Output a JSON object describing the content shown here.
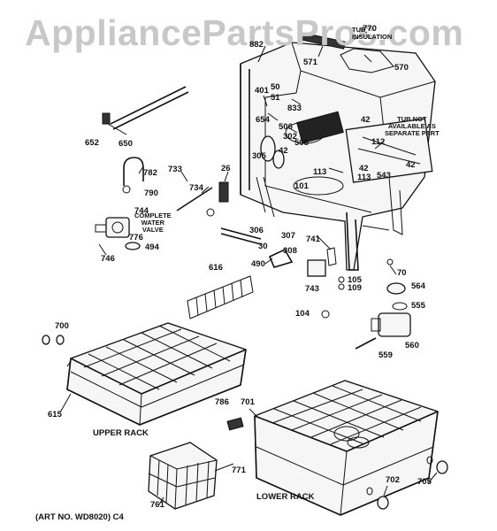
{
  "watermark": "AppliancePartsPros.com",
  "notes": {
    "tub_insulation": "TUB\nINSULATION",
    "tub_not_available": "TUB NOT\nAVAILABLE AS\nSEPARATE PART",
    "complete_water_valve": "COMPLETE\nWATER\nVALVE"
  },
  "captions": {
    "upper_rack": "UPPER RACK",
    "lower_rack": "LOWER RACK",
    "art_no": "(ART NO. WD8020) C4"
  },
  "part_labels": [
    {
      "id": "p770",
      "text": "770"
    },
    {
      "id": "p882",
      "text": "882"
    },
    {
      "id": "p571",
      "text": "571"
    },
    {
      "id": "p570",
      "text": "570"
    },
    {
      "id": "p401",
      "text": "401"
    },
    {
      "id": "p50",
      "text": "50"
    },
    {
      "id": "p51",
      "text": "51"
    },
    {
      "id": "p833",
      "text": "833"
    },
    {
      "id": "p654",
      "text": "654"
    },
    {
      "id": "p506",
      "text": "506"
    },
    {
      "id": "p302",
      "text": "302"
    },
    {
      "id": "p508",
      "text": "508"
    },
    {
      "id": "p42a",
      "text": "42"
    },
    {
      "id": "p42b",
      "text": "42"
    },
    {
      "id": "p42c",
      "text": "42"
    },
    {
      "id": "p42d",
      "text": "42"
    },
    {
      "id": "p112",
      "text": "112"
    },
    {
      "id": "p305",
      "text": "305"
    },
    {
      "id": "p113a",
      "text": "113"
    },
    {
      "id": "p113b",
      "text": "113"
    },
    {
      "id": "p543",
      "text": "543"
    },
    {
      "id": "p101",
      "text": "101"
    },
    {
      "id": "p652",
      "text": "652"
    },
    {
      "id": "p650",
      "text": "650"
    },
    {
      "id": "p782",
      "text": "782"
    },
    {
      "id": "p790",
      "text": "790"
    },
    {
      "id": "p733",
      "text": "733"
    },
    {
      "id": "p734",
      "text": "734"
    },
    {
      "id": "p26",
      "text": "26"
    },
    {
      "id": "p744",
      "text": "744"
    },
    {
      "id": "p776",
      "text": "776"
    },
    {
      "id": "p494",
      "text": "494"
    },
    {
      "id": "p746",
      "text": "746"
    },
    {
      "id": "p306",
      "text": "306"
    },
    {
      "id": "p307",
      "text": "307"
    },
    {
      "id": "p30",
      "text": "30"
    },
    {
      "id": "p308",
      "text": "308"
    },
    {
      "id": "p741",
      "text": "741"
    },
    {
      "id": "p490",
      "text": "490"
    },
    {
      "id": "p743",
      "text": "743"
    },
    {
      "id": "p70",
      "text": "70"
    },
    {
      "id": "p105",
      "text": "105"
    },
    {
      "id": "p109",
      "text": "109"
    },
    {
      "id": "p564",
      "text": "564"
    },
    {
      "id": "p555",
      "text": "555"
    },
    {
      "id": "p616",
      "text": "616"
    },
    {
      "id": "p104",
      "text": "104"
    },
    {
      "id": "p700",
      "text": "700"
    },
    {
      "id": "p560",
      "text": "560"
    },
    {
      "id": "p559",
      "text": "559"
    },
    {
      "id": "p615",
      "text": "615"
    },
    {
      "id": "p786",
      "text": "786"
    },
    {
      "id": "p701",
      "text": "701"
    },
    {
      "id": "p771",
      "text": "771"
    },
    {
      "id": "p761",
      "text": "761"
    },
    {
      "id": "p702",
      "text": "702"
    },
    {
      "id": "p705",
      "text": "705"
    }
  ]
}
